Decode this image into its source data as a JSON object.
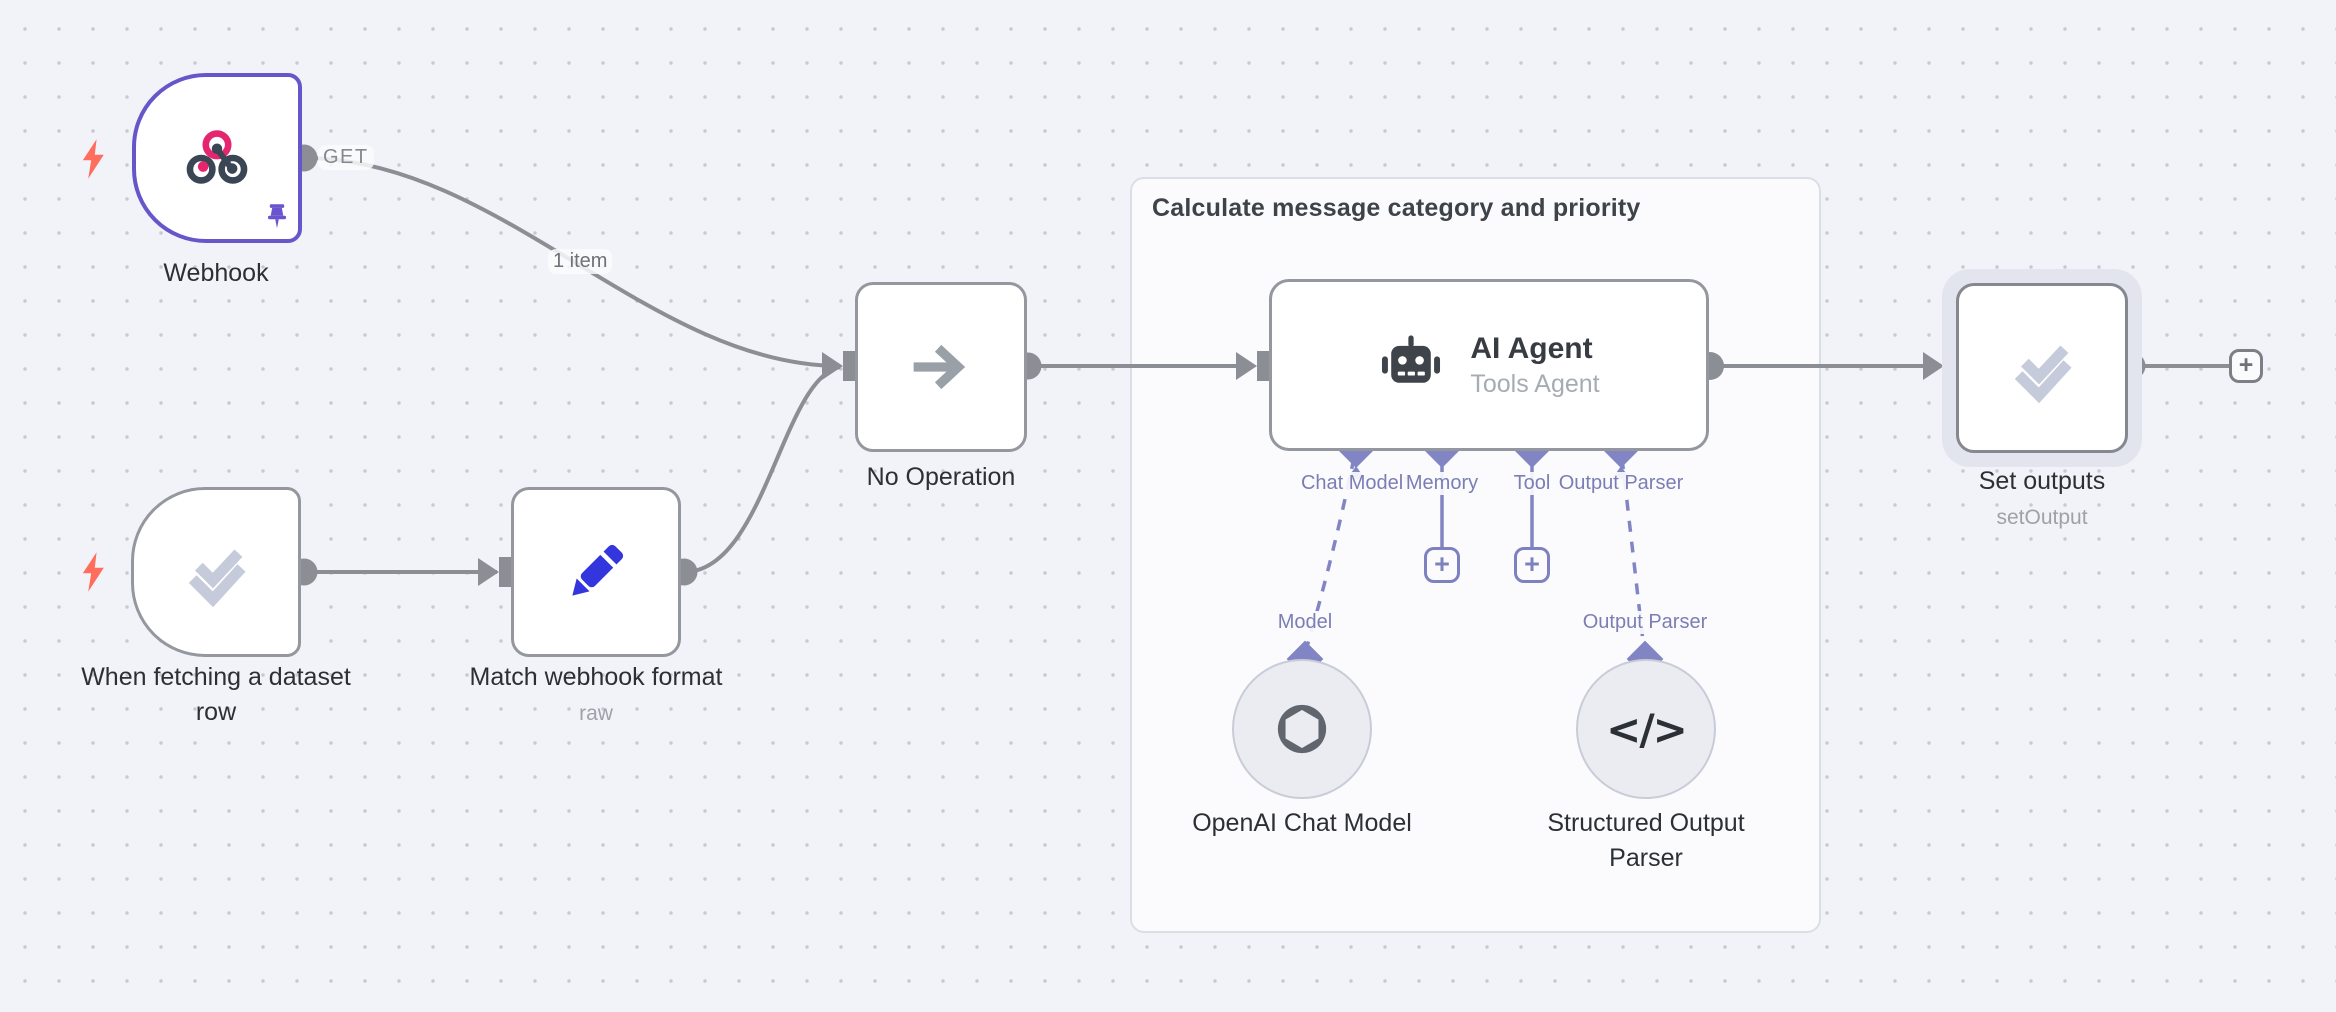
{
  "edge_labels": {
    "webhook_method": "GET",
    "webhook_items": "1 item"
  },
  "group": {
    "title": "Calculate message category and priority"
  },
  "nodes": {
    "webhook": {
      "label": "Webhook"
    },
    "dataset_trigger": {
      "label": "When fetching a dataset row"
    },
    "match_format": {
      "label": "Match webhook format",
      "subtitle": "raw"
    },
    "noop": {
      "label": "No Operation"
    },
    "agent": {
      "title": "AI Agent",
      "subtitle": "Tools Agent"
    },
    "openai": {
      "label": "OpenAI Chat Model"
    },
    "structured_parser": {
      "label": "Structured Output Parser"
    },
    "set_outputs": {
      "label": "Set outputs",
      "subtitle": "setOutput"
    }
  },
  "agent_ports": {
    "chat_model": {
      "label": "Chat Model",
      "required_marker": "*"
    },
    "memory": {
      "label": "Memory"
    },
    "tool": {
      "label": "Tool"
    },
    "output_parser": {
      "label": "Output Parser"
    }
  },
  "sub_ports": {
    "model": {
      "label": "Model"
    },
    "output_parser": {
      "label": "Output Parser"
    }
  },
  "icons": {
    "plus": "+",
    "code": "</>"
  },
  "colors": {
    "selected_purple": "#6557ca",
    "port_purple": "#8285c4",
    "edge_gray": "#8b8e94",
    "bolt_orange": "#ff6e5c",
    "pencil_blue": "#3336dd",
    "webhook_pink": "#e5266e",
    "dark_slate": "#3b4654"
  }
}
